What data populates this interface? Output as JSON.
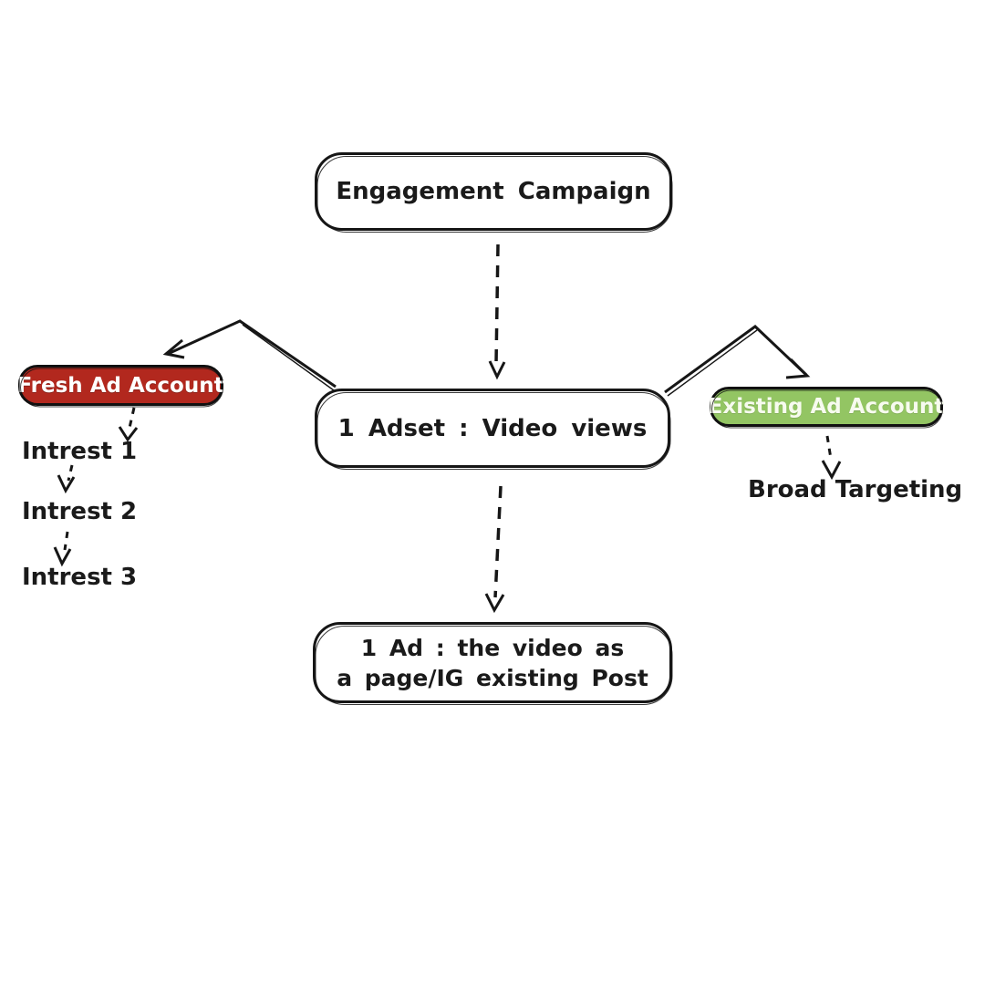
{
  "nodes": {
    "campaign": {
      "label": "Engagement Campaign"
    },
    "adset": {
      "label": "1 Adset : Video views"
    },
    "ad": {
      "lines": [
        "1 Ad : the video as",
        "a page/IG existing Post"
      ]
    },
    "fresh_account": {
      "label": "Fresh Ad Account",
      "bg_color": "#b2281e",
      "text_color": "#ffffff"
    },
    "existing_account": {
      "label": "Existing Ad Account",
      "bg_color": "#93c563",
      "text_color": "#f7fbef"
    },
    "interests": [
      {
        "label": "Intrest 1"
      },
      {
        "label": "Intrest 2"
      },
      {
        "label": "Intrest 3"
      }
    ],
    "broad_targeting": {
      "label": "Broad Targeting"
    }
  },
  "colors": {
    "background": "#ffffff",
    "line_stroke": "#161616",
    "text": "#1a1a1a"
  }
}
